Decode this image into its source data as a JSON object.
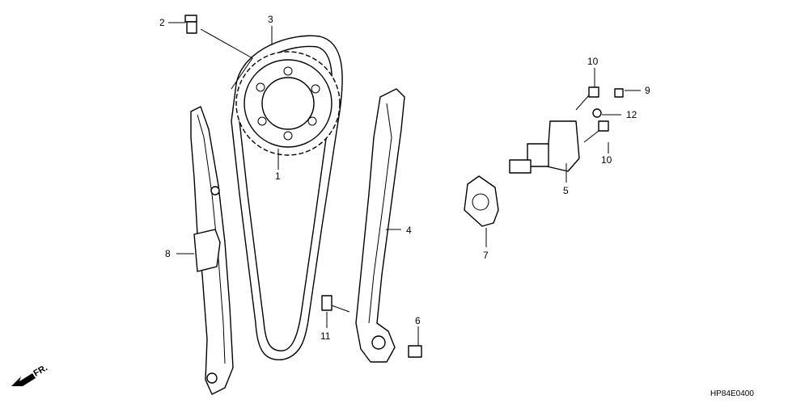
{
  "diagram": {
    "drawing_code": "HP84E0400",
    "direction_label": "FR.",
    "callouts": [
      {
        "id": "c1",
        "label": "1"
      },
      {
        "id": "c2",
        "label": "2"
      },
      {
        "id": "c3",
        "label": "3"
      },
      {
        "id": "c4",
        "label": "4"
      },
      {
        "id": "c5",
        "label": "5"
      },
      {
        "id": "c6",
        "label": "6"
      },
      {
        "id": "c7",
        "label": "7"
      },
      {
        "id": "c8",
        "label": "8"
      },
      {
        "id": "c9",
        "label": "9"
      },
      {
        "id": "c10a",
        "label": "10"
      },
      {
        "id": "c10b",
        "label": "10"
      },
      {
        "id": "c11",
        "label": "11"
      },
      {
        "id": "c12",
        "label": "12"
      }
    ]
  },
  "colors": {
    "line": "#000000",
    "background": "#ffffff"
  }
}
